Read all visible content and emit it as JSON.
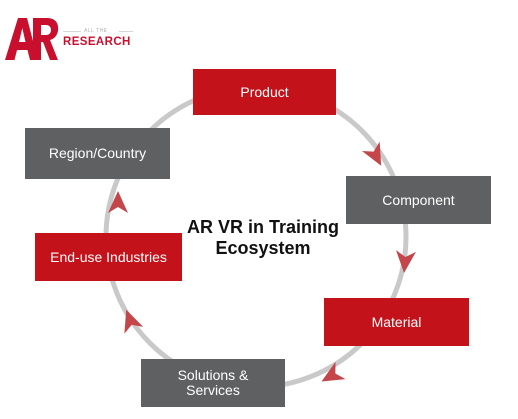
{
  "logo": {
    "mark": "AR",
    "tagline_small": "ALL THE",
    "tagline_large": "RESEARCH"
  },
  "diagram": {
    "center_title_line1": "AR VR in Training",
    "center_title_line2": "Ecosystem",
    "nodes": {
      "product": "Product",
      "component": "Component",
      "material": "Material",
      "solutions_services_line1": "Solutions &",
      "solutions_services_line2": "Services",
      "end_use_industries": "End-use Industries",
      "region_country": "Region/Country"
    }
  },
  "colors": {
    "red": "#c4121a",
    "gray": "#5f6062",
    "ring": "#c9c9c9",
    "arrow": "#c4454a",
    "brand": "#c8102e"
  }
}
